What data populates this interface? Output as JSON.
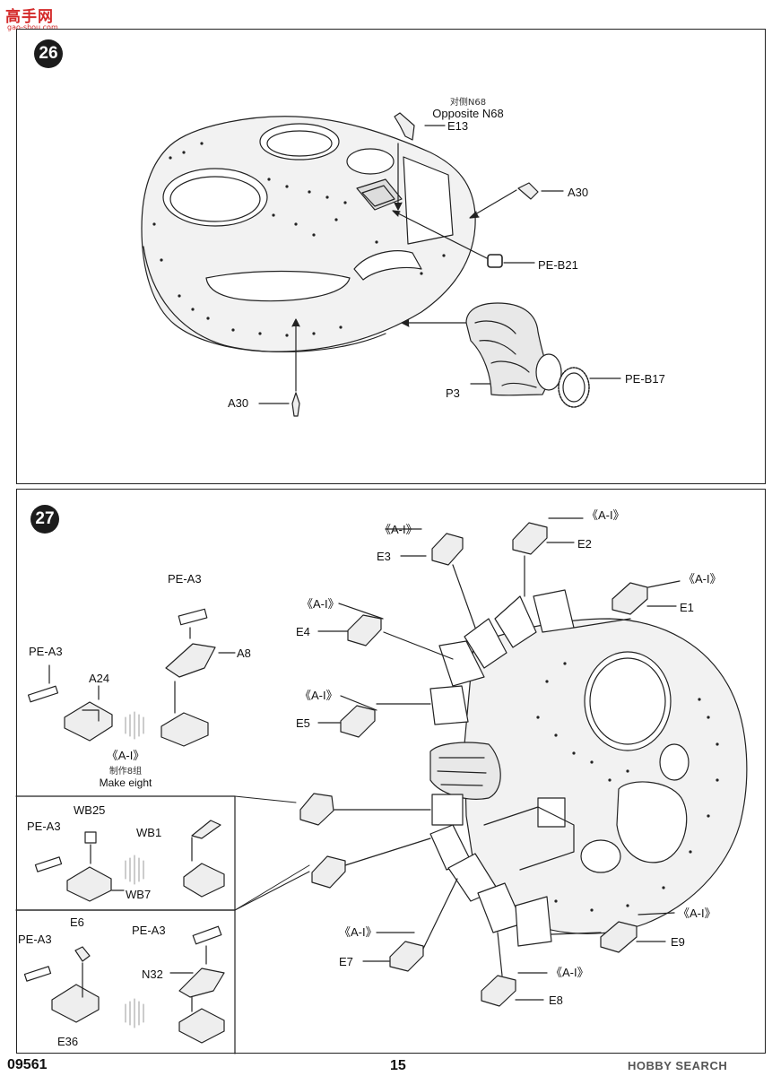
{
  "watermark": {
    "logo": "高手网",
    "url": "gao-shou.com"
  },
  "steps": [
    {
      "number": "26"
    },
    {
      "number": "27"
    }
  ],
  "step26": {
    "note_cn": "对侧N68",
    "note_en": "Opposite N68",
    "labels": {
      "e13": "E13",
      "a30_right": "A30",
      "pe_b21": "PE-B21",
      "pe_b17": "PE-B17",
      "p3": "P3",
      "a30_left": "A30"
    }
  },
  "step27": {
    "sub_assembly": {
      "pe_a3_top": "PE-A3",
      "a8": "A8",
      "pe_a3_left": "PE-A3",
      "a24": "A24",
      "ai_label": "《A-I》",
      "ai_cn": "制作8组",
      "ai_en": "Make eight"
    },
    "inset1": {
      "wb25": "WB25",
      "pe_a3": "PE-A3",
      "wb1": "WB1",
      "wb7": "WB7"
    },
    "inset2": {
      "e6": "E6",
      "pe_a3_right": "PE-A3",
      "pe_a3_left": "PE-A3",
      "n32": "N32",
      "e36": "E36"
    },
    "callouts": {
      "ai": "《A-I》",
      "e1": "E1",
      "e2": "E2",
      "e3": "E3",
      "e4": "E4",
      "e5": "E5",
      "e7": "E7",
      "e8": "E8",
      "e9": "E9"
    }
  },
  "footer": {
    "code": "09561",
    "page": "15",
    "brand": "HOBBY SEARCH"
  }
}
